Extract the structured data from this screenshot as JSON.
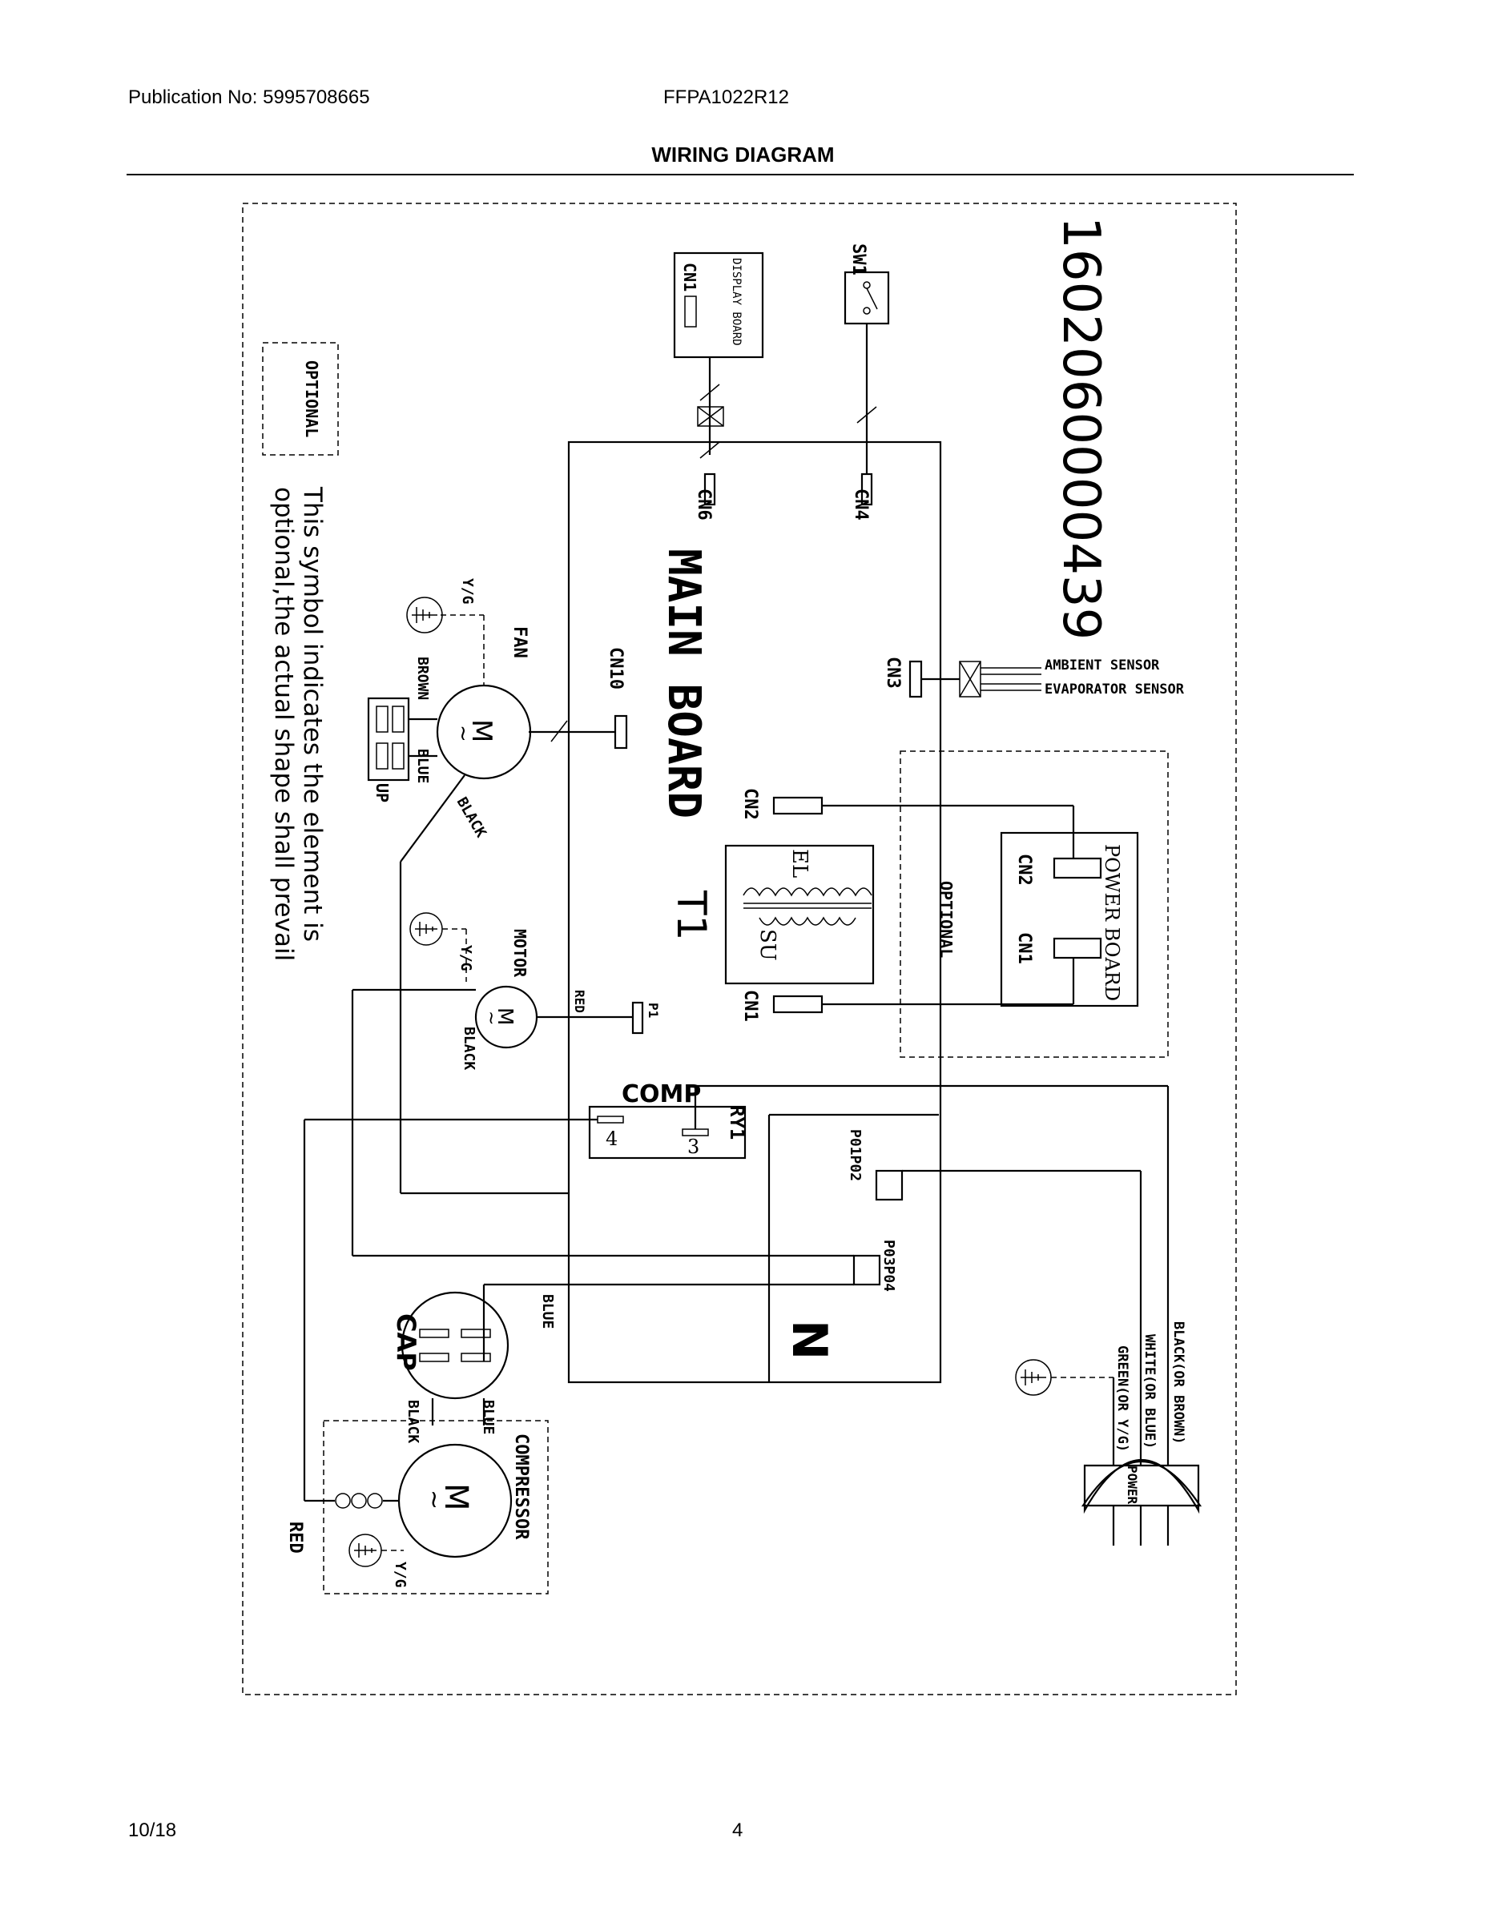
{
  "header": {
    "publication": "Publication No: 5995708665",
    "model": "FFPA1022R12",
    "title": "WIRING DIAGRAM"
  },
  "footer": {
    "date": "10/18",
    "page": "4"
  },
  "diagram": {
    "part_number": "1602060000439",
    "main_board": "MAIN BOARD",
    "display_board": "DISPLAY BOARD",
    "display_cn1": "CN1",
    "sw1": "SW1",
    "cn6": "CN6",
    "cn4": "CN4",
    "cn10": "CN10",
    "cn3": "CN3",
    "cn2": "CN2",
    "cn1": "CN1",
    "ambient_sensor": "AMBIENT SENSOR",
    "evaporator_sensor": "EVAPORATOR SENSOR",
    "transformer": "T1",
    "transformer_el": "EL",
    "transformer_su": "SU",
    "power_board": "POWER BOARD",
    "power_board_cn2": "CN2",
    "power_board_cn1": "CN1",
    "optional_right": "OPTIONAL",
    "optional_legend": "OPTIONAL",
    "legend_line1": "This symbol indicates the element is",
    "legend_line2": "optional,the actual shape shall prevail",
    "fan": "FAN",
    "fan_yg": "Y/G",
    "fan_brown": "BROWN",
    "fan_blue": "BLUE",
    "fan_up": "UP",
    "fan_black": "BLACK",
    "fan_motor_symbol": "M",
    "motor": "MOTOR",
    "motor_yg": "Y/G",
    "motor_red": "RED",
    "motor_black": "BLACK",
    "motor_symbol": "M",
    "p1": "P1",
    "comp": "COMP",
    "ry1": "RY1",
    "relay_pin4": "4",
    "relay_pin3": "3",
    "p01p02": "P01P02",
    "p03p04": "P03P04",
    "neutral": "N",
    "cap": "CAP",
    "cap_blue": "BLUE",
    "cap_black": "BLACK",
    "comp_blue": "BLUE",
    "compressor": "COMPRESSOR",
    "compressor_symbol": "M",
    "compressor_yg": "Y/G",
    "compressor_red": "RED",
    "power_black": "BLACK(OR BROWN)",
    "power_white": "WHITE(OR BLUE)",
    "power_green": "GREEN(OR Y/G)",
    "power": "POWER"
  }
}
